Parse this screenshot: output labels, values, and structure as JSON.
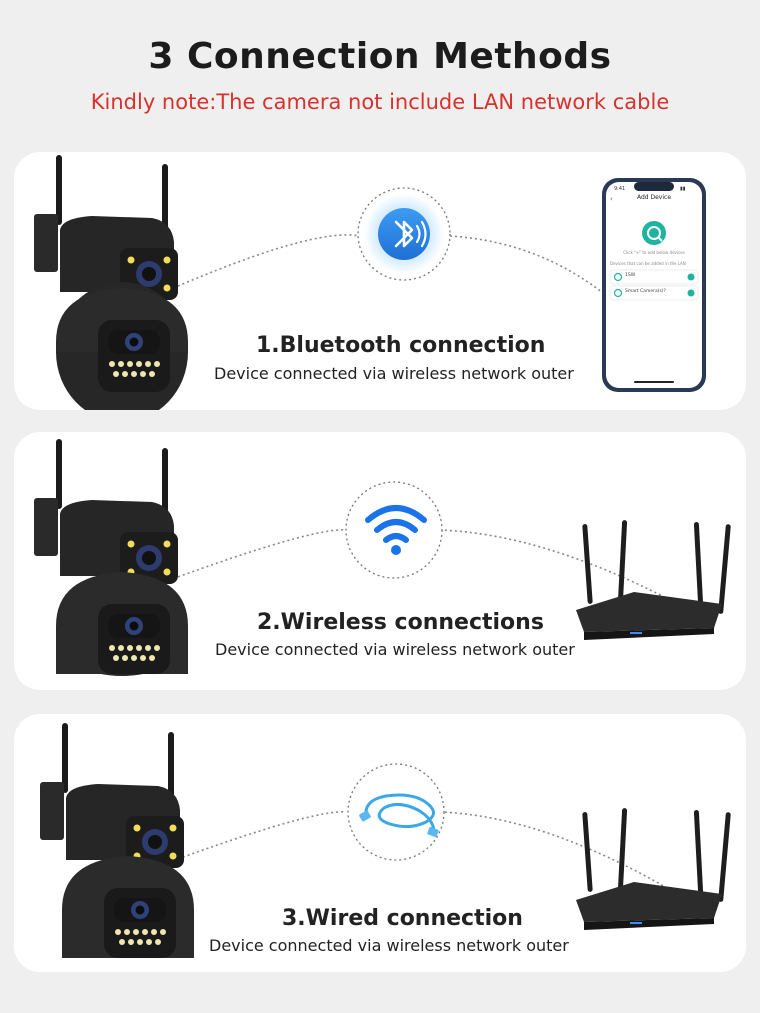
{
  "header": {
    "title": "3 Connection Methods",
    "note": "Kindly note:The camera not include LAN network cable"
  },
  "methods": [
    {
      "title": "1.Bluetooth connection",
      "description": "Device connected via wireless network outer",
      "icon": "bluetooth-icon",
      "device": "smartphone"
    },
    {
      "title": "2.Wireless connections",
      "description": "Device connected via wireless network outer",
      "icon": "wifi-icon",
      "device": "router"
    },
    {
      "title": "3.Wired connection",
      "description": "Device connected via wireless network outer",
      "icon": "ethernet-cable-icon",
      "device": "router"
    }
  ],
  "phone": {
    "screen_title": "Add Device",
    "hint": "Click \"+\" to add below devices",
    "lan_note": "Devices that can be added in the LAN",
    "devices": [
      "1SW",
      "Smart Camera(s)?"
    ]
  },
  "colors": {
    "note_red": "#d8322e",
    "accent_teal": "#1fb3a0",
    "bluetooth_blue": "#1e7fe0",
    "wifi_blue": "#1a73e8",
    "cable_blue": "#3aa7e8"
  }
}
